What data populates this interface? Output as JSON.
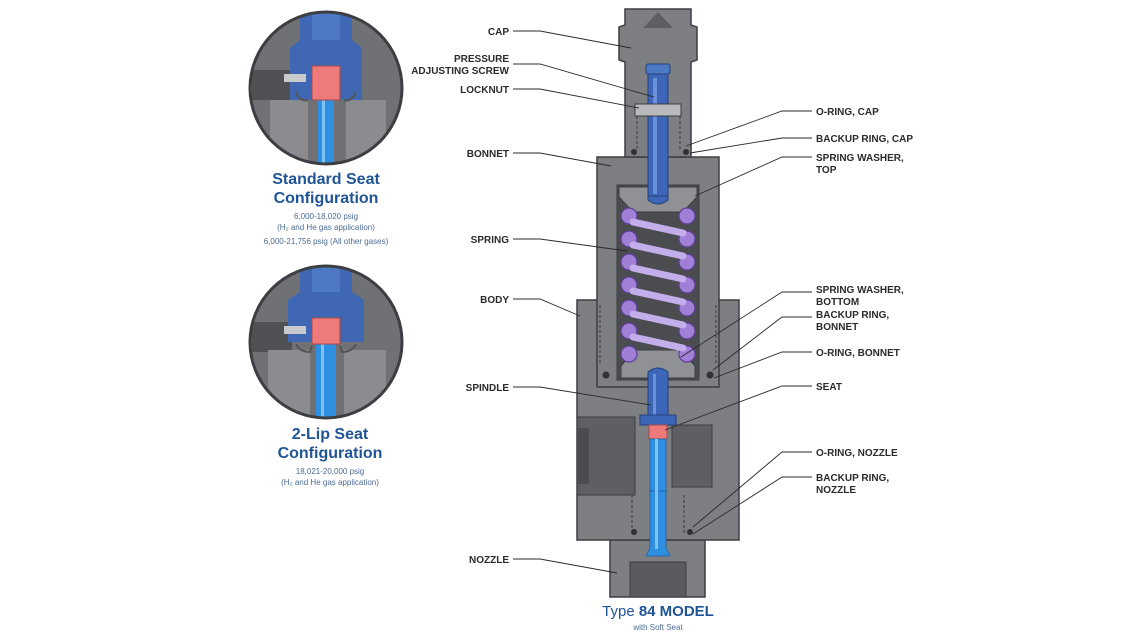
{
  "standard_seat": {
    "title_line1": "Standard Seat",
    "title_line2": "Configuration",
    "spec1": "6,000-18,020 psig",
    "spec2": "(H₂ and He gas application)",
    "spec3": "6,000-21,756 psig (All other gases)"
  },
  "two_lip_seat": {
    "title_line1": "2-Lip Seat",
    "title_line2": "Configuration",
    "spec1": "18,021-20,000 psig",
    "spec2": "(H₂ and He gas application)"
  },
  "labels_left": {
    "cap": "CAP",
    "pressure_line1": "PRESSURE",
    "pressure_line2": "ADJUSTING SCREW",
    "locknut": "LOCKNUT",
    "bonnet": "BONNET",
    "spring": "SPRING",
    "body": "BODY",
    "spindle": "SPINDLE",
    "nozzle": "NOZZLE"
  },
  "labels_right": {
    "oring_cap": "O-RING, CAP",
    "backup_cap": "BACKUP RING, CAP",
    "spring_washer_top_line1": "SPRING WASHER,",
    "spring_washer_top_line2": "TOP",
    "spring_washer_bottom_line1": "SPRING WASHER,",
    "spring_washer_bottom_line2": "BOTTOM",
    "backup_bonnet_line1": "BACKUP RING,",
    "backup_bonnet_line2": "BONNET",
    "oring_bonnet": "O-RING, BONNET",
    "seat": "SEAT",
    "oring_nozzle": "O-RING, NOZZLE",
    "backup_nozzle_line1": "BACKUP RING,",
    "backup_nozzle_line2": "NOZZLE"
  },
  "model": {
    "prefix": "Type ",
    "name": "84 MODEL",
    "subtitle": "with Soft Seat"
  },
  "colors": {
    "metal": "#7d7f83",
    "metal_dark": "#55575b",
    "cavity": "#4a4c50",
    "spindle_blue": "#3d66b8",
    "flow_blue": "#2f8fe0",
    "spring_purple": "#a07fd6",
    "seat_red": "#ee7a7a",
    "title_blue": "#1f5596"
  }
}
